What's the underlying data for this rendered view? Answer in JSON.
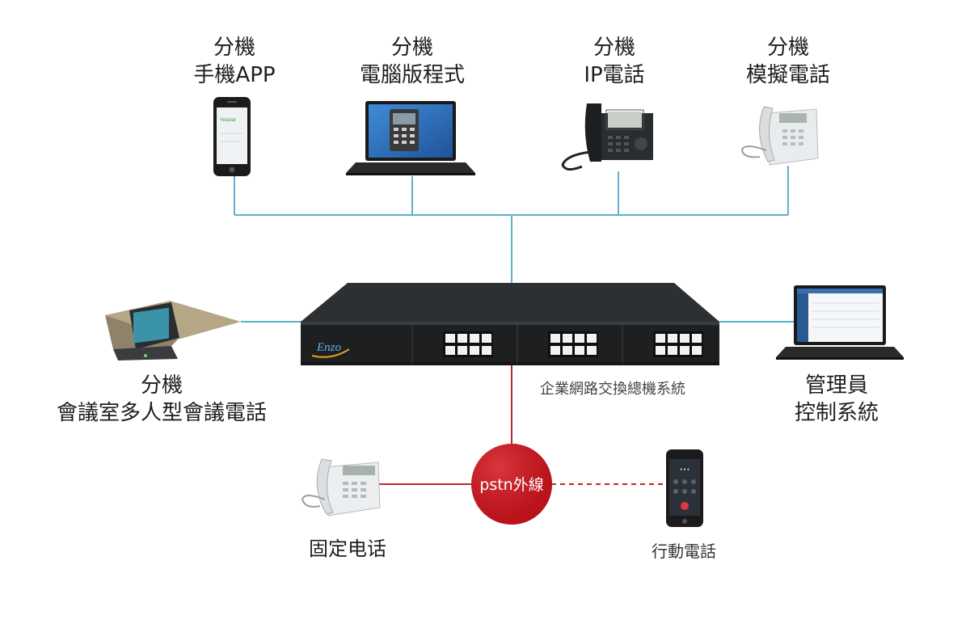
{
  "extensions": {
    "mobile_app": {
      "line1": "分機",
      "line2": "手機APP"
    },
    "pc_softphone": {
      "line1": "分機",
      "line2": "電腦版程式"
    },
    "ip_phone": {
      "line1": "分機",
      "line2": "IP電話"
    },
    "analog_phone": {
      "line1": "分機",
      "line2": "模擬電話"
    },
    "conference_phone": {
      "line1": "分機",
      "line2": "會議室多人型會議電話"
    }
  },
  "admin": {
    "line1": "管理員",
    "line2": "控制系統"
  },
  "pbx": {
    "brand": "Enzo",
    "caption": "企業網路交換總機系統"
  },
  "pstn": {
    "label": "pstn外線"
  },
  "landline": {
    "label": "固定电话"
  },
  "mobile": {
    "label": "行動電話"
  },
  "phone_app_brand": "Yeastar",
  "colors": {
    "link_line": "#5bb3c9",
    "pstn_line": "#c0272d",
    "pstn_circle": "#c4121a"
  }
}
